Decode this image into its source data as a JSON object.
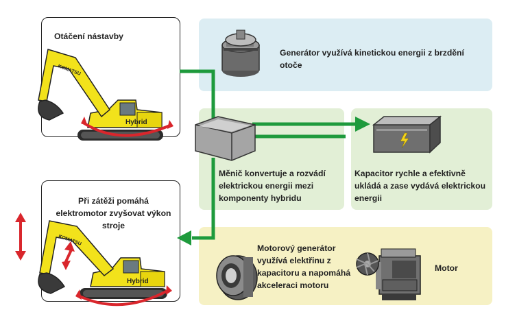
{
  "top_left": {
    "title": "Otáčení nástavby"
  },
  "bottom_left": {
    "title": "Při zátěži pomáhá elektromotor zvyšovat výkon stroje"
  },
  "generator": {
    "text": "Generátor využívá kinetickou energii z brzdění otoče"
  },
  "inverter": {
    "text": "Měnič konvertuje a rozvádí elektrickou energii mezi komponenty hybridu"
  },
  "capacitor": {
    "text": "Kapacitor rychle a efektivně ukládá a zase vydává elektrickou energii"
  },
  "motor_generator": {
    "text": "Motorový generátor využívá elektřinu z kapacitoru a napomáhá akceleraci motoru"
  },
  "engine": {
    "label": "Motor"
  },
  "excavator": {
    "brand": "KOMATSU",
    "badge": "Hybrid"
  },
  "colors": {
    "blue_panel": "#dcedf3",
    "green_panel": "#e2efd6",
    "yellow_panel": "#f6f1c4",
    "flow_arrow": "#1e9a3c",
    "motion_arrow": "#d9262c",
    "excavator_body": "#f2e21b"
  }
}
